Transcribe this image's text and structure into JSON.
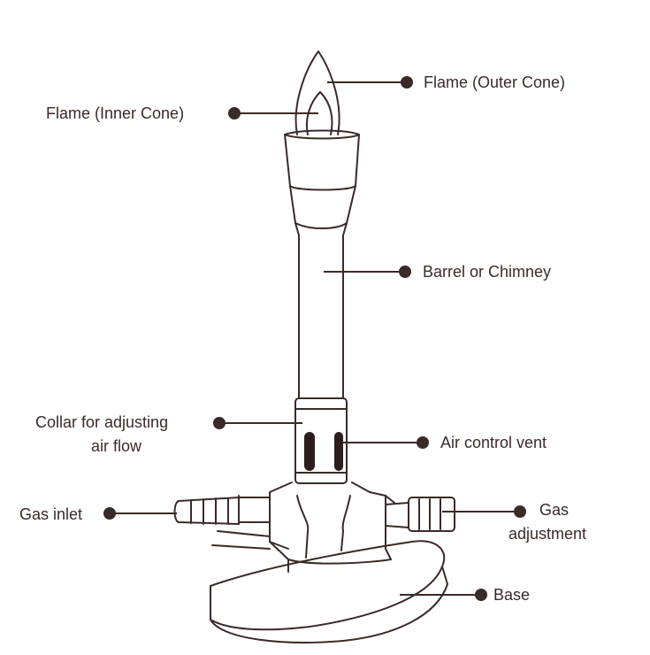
{
  "colors": {
    "ink": "#3a2a28",
    "background": "#ffffff"
  },
  "labels": {
    "flame_outer": "Flame (Outer Cone)",
    "flame_inner": "Flame (Inner Cone)",
    "barrel": "Barrel or Chimney",
    "collar_line1": "Collar for  adjusting",
    "collar_line2": "air flow",
    "air_vent": "Air control vent",
    "gas_inlet": "Gas inlet",
    "gas_adjust_line1": "Gas",
    "gas_adjust_line2": "adjustment",
    "base": "Base"
  }
}
